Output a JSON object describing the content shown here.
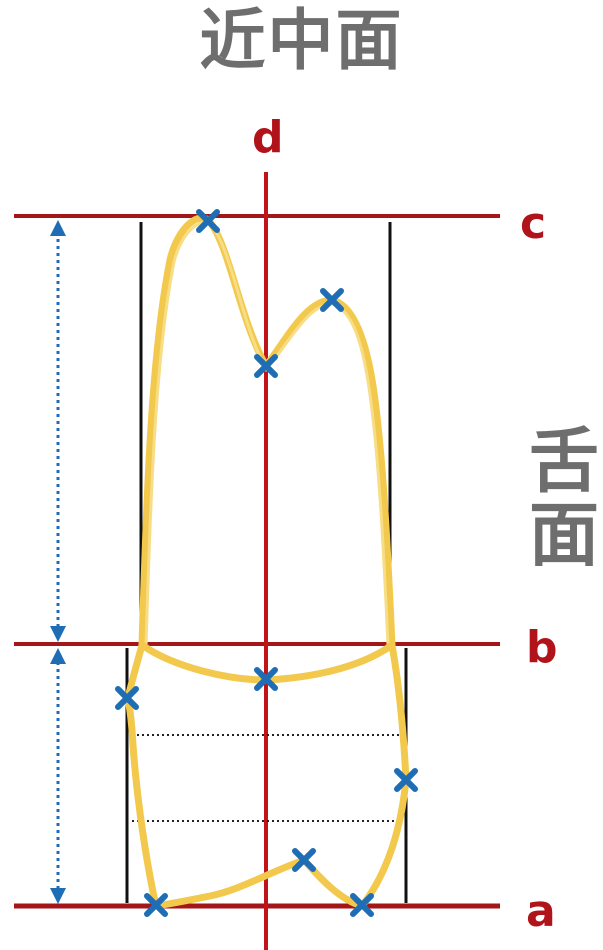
{
  "title": "近中面",
  "side_label": "舌面",
  "labels": {
    "a": "a",
    "b": "b",
    "c": "c",
    "d": "d"
  },
  "colors": {
    "red_line": "#a51619",
    "outline": "#f2c94c",
    "marker": "#1f6db5",
    "arrow": "#1f6db5",
    "guide": "#111111"
  },
  "markers": [
    "cusp-top-left-marker",
    "notch-center-marker",
    "cusp-top-right-marker",
    "cej-center-marker",
    "crown-left-max-marker",
    "crown-right-max-marker",
    "cusp-bottom-center-marker",
    "cusp-bottom-left-marker",
    "cusp-bottom-right-marker"
  ]
}
